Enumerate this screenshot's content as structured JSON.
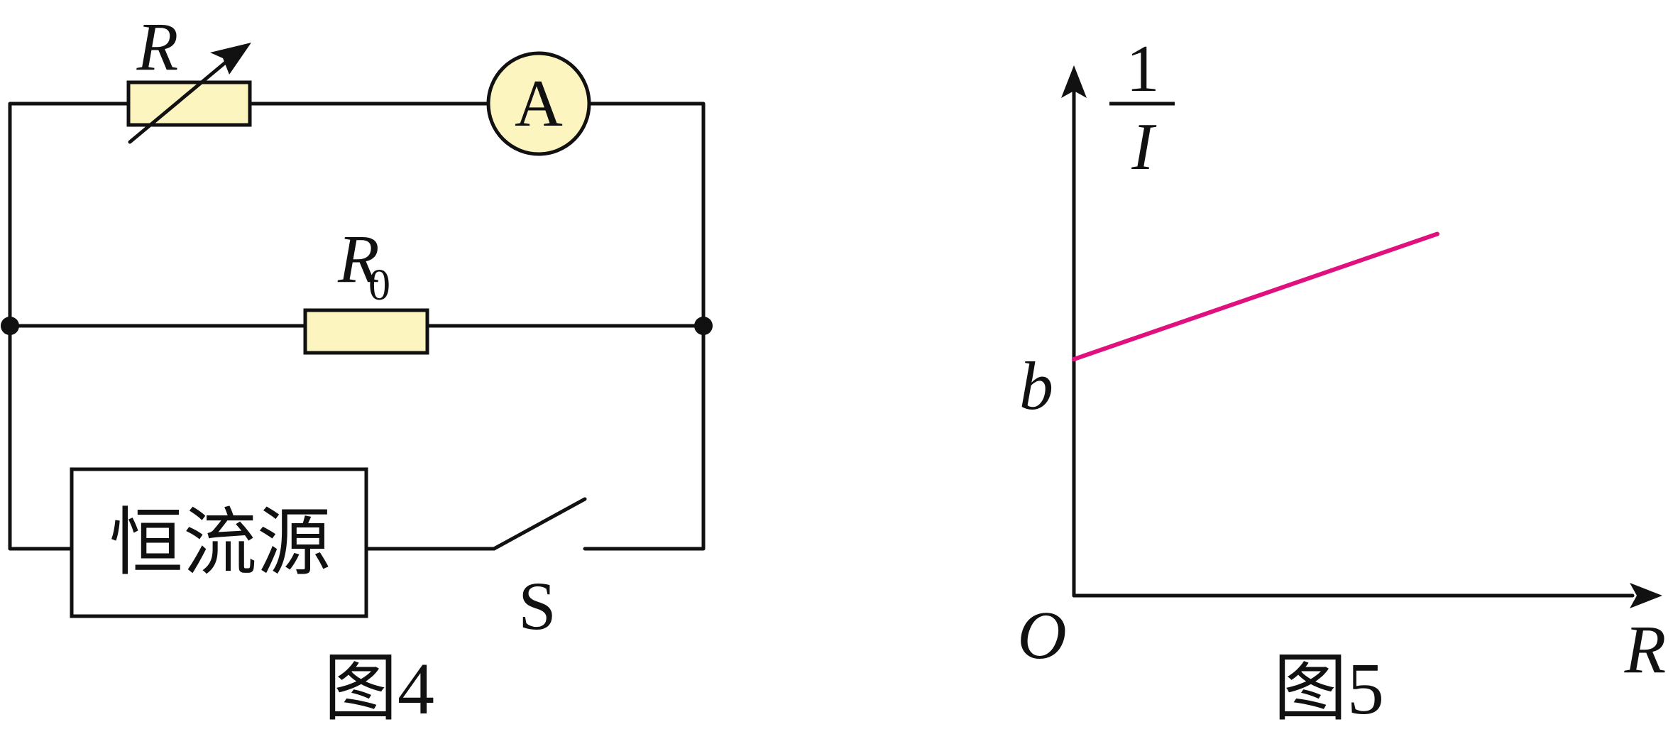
{
  "figure4": {
    "caption": "图4",
    "rheostat_label": "R",
    "ammeter_label": "A",
    "resistor_label": "R",
    "resistor_subscript": "0",
    "source_label": "恒流源",
    "switch_label": "S",
    "colors": {
      "component_fill": "#fdf5c0",
      "wire": "#111111"
    }
  },
  "figure5": {
    "caption": "图5",
    "y_axis_numerator": "1",
    "y_axis_denominator": "I",
    "x_axis_label": "R",
    "origin_label": "O",
    "intercept_label": "b",
    "line_color": "#e0117f"
  },
  "chart_data": {
    "type": "line",
    "title": "",
    "xlabel": "R",
    "ylabel": "1/I",
    "series": [
      {
        "name": "",
        "points": [
          [
            0,
            1
          ],
          [
            1,
            1.53
          ]
        ]
      }
    ],
    "y_intercept_label": "b",
    "grid": false,
    "legend": "none"
  }
}
